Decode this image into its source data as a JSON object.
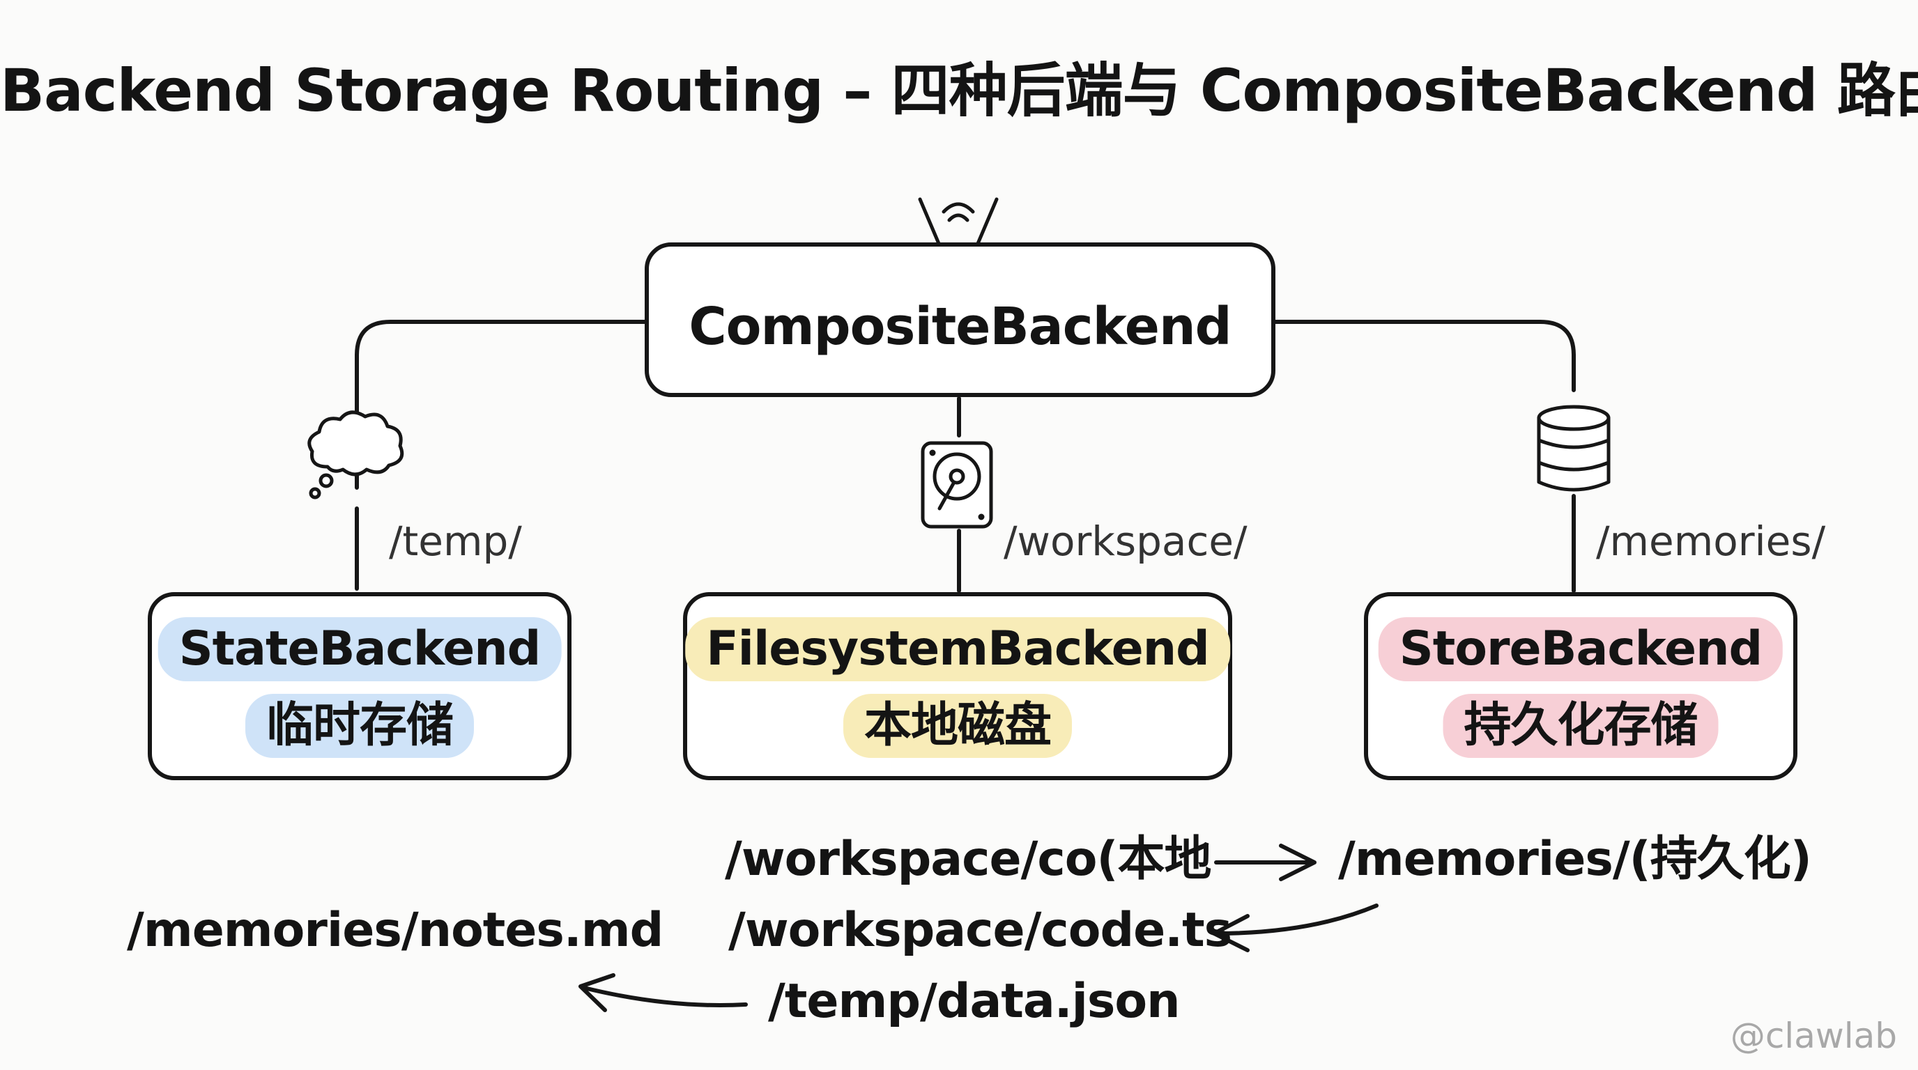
{
  "title": "Backend Storage Routing – 四种后端与 CompositeBackend 路由",
  "composite": {
    "label": "CompositeBackend",
    "icon": "router-icon"
  },
  "backends": [
    {
      "name": "StateBackend",
      "description": "临时存储",
      "route": "/temp/",
      "icon": "cloud-thought-icon",
      "highlight": "#cfe3f8"
    },
    {
      "name": "FilesystemBackend",
      "description": "本地磁盘",
      "route": "/workspace/",
      "icon": "hard-drive-icon",
      "highlight": "#f8ecb8"
    },
    {
      "name": "StoreBackend",
      "description": "持久化存储",
      "route": "/memories/",
      "icon": "database-icon",
      "highlight": "#f7cfd6"
    }
  ],
  "examples": {
    "row1_left": "/workspace/co(本地",
    "row1_right": "/memories/(持久化)",
    "row2_left": "/memories/notes.md",
    "row2_right": "/workspace/code.ts",
    "row3": "/temp/data.json"
  },
  "watermark": "@clawlab"
}
